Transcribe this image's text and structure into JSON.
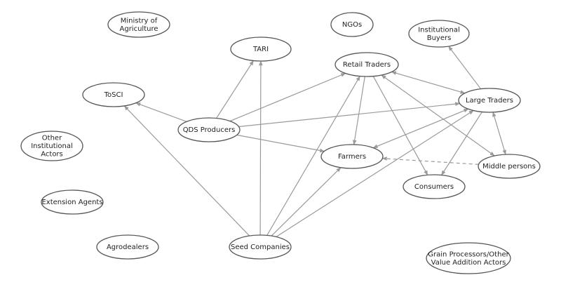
{
  "diagram": {
    "nodes": [
      {
        "id": "ministry",
        "lines": [
          "Ministry of",
          "Agriculture"
        ]
      },
      {
        "id": "ngos",
        "lines": [
          "NGOs"
        ]
      },
      {
        "id": "institutional_buyers",
        "lines": [
          "Institutional",
          "Buyers"
        ]
      },
      {
        "id": "tari",
        "lines": [
          "TARI"
        ]
      },
      {
        "id": "retail_traders",
        "lines": [
          "Retail Traders"
        ]
      },
      {
        "id": "tosci",
        "lines": [
          "ToSCI"
        ]
      },
      {
        "id": "large_traders",
        "lines": [
          "Large Traders"
        ]
      },
      {
        "id": "qds_producers",
        "lines": [
          "QDS Producers"
        ]
      },
      {
        "id": "other_institutional",
        "lines": [
          "Other",
          "Institutional",
          "Actors"
        ]
      },
      {
        "id": "farmers",
        "lines": [
          "Farmers"
        ]
      },
      {
        "id": "middle_persons",
        "lines": [
          "Middle persons"
        ]
      },
      {
        "id": "consumers",
        "lines": [
          "Consumers"
        ]
      },
      {
        "id": "extension_agents",
        "lines": [
          "Extension Agents"
        ]
      },
      {
        "id": "agrodealers",
        "lines": [
          "Agrodealers"
        ]
      },
      {
        "id": "seed_companies",
        "lines": [
          "Seed Companies"
        ]
      },
      {
        "id": "grain_processors",
        "lines": [
          "Grain Processors/Other",
          "Value Addition Actors"
        ]
      }
    ],
    "edges": [
      {
        "from": "qds_producers",
        "to": "tari",
        "type": "arrow"
      },
      {
        "from": "qds_producers",
        "to": "tosci",
        "type": "arrow"
      },
      {
        "from": "qds_producers",
        "to": "retail_traders",
        "type": "arrow"
      },
      {
        "from": "qds_producers",
        "to": "large_traders",
        "type": "arrow"
      },
      {
        "from": "qds_producers",
        "to": "farmers",
        "type": "arrow"
      },
      {
        "from": "seed_companies",
        "to": "tari",
        "type": "arrow"
      },
      {
        "from": "seed_companies",
        "to": "tosci",
        "type": "arrow"
      },
      {
        "from": "seed_companies",
        "to": "retail_traders",
        "type": "arrow"
      },
      {
        "from": "seed_companies",
        "to": "farmers",
        "type": "arrow"
      },
      {
        "from": "seed_companies",
        "to": "large_traders",
        "type": "arrow"
      },
      {
        "from": "retail_traders",
        "to": "farmers",
        "type": "arrow"
      },
      {
        "from": "retail_traders",
        "to": "consumers",
        "type": "arrow"
      },
      {
        "from": "retail_traders",
        "to": "large_traders",
        "type": "bidirectional"
      },
      {
        "from": "retail_traders",
        "to": "middle_persons",
        "type": "bidirectional"
      },
      {
        "from": "large_traders",
        "to": "institutional_buyers",
        "type": "arrow"
      },
      {
        "from": "large_traders",
        "to": "farmers",
        "type": "bidirectional"
      },
      {
        "from": "large_traders",
        "to": "consumers",
        "type": "arrow"
      },
      {
        "from": "large_traders",
        "to": "middle_persons",
        "type": "bidirectional"
      },
      {
        "from": "middle_persons",
        "to": "farmers",
        "type": "dashed-arrow"
      }
    ]
  },
  "colors": {
    "node_stroke": "#555555",
    "edge": "#9a9a9a",
    "background": "#ffffff"
  }
}
